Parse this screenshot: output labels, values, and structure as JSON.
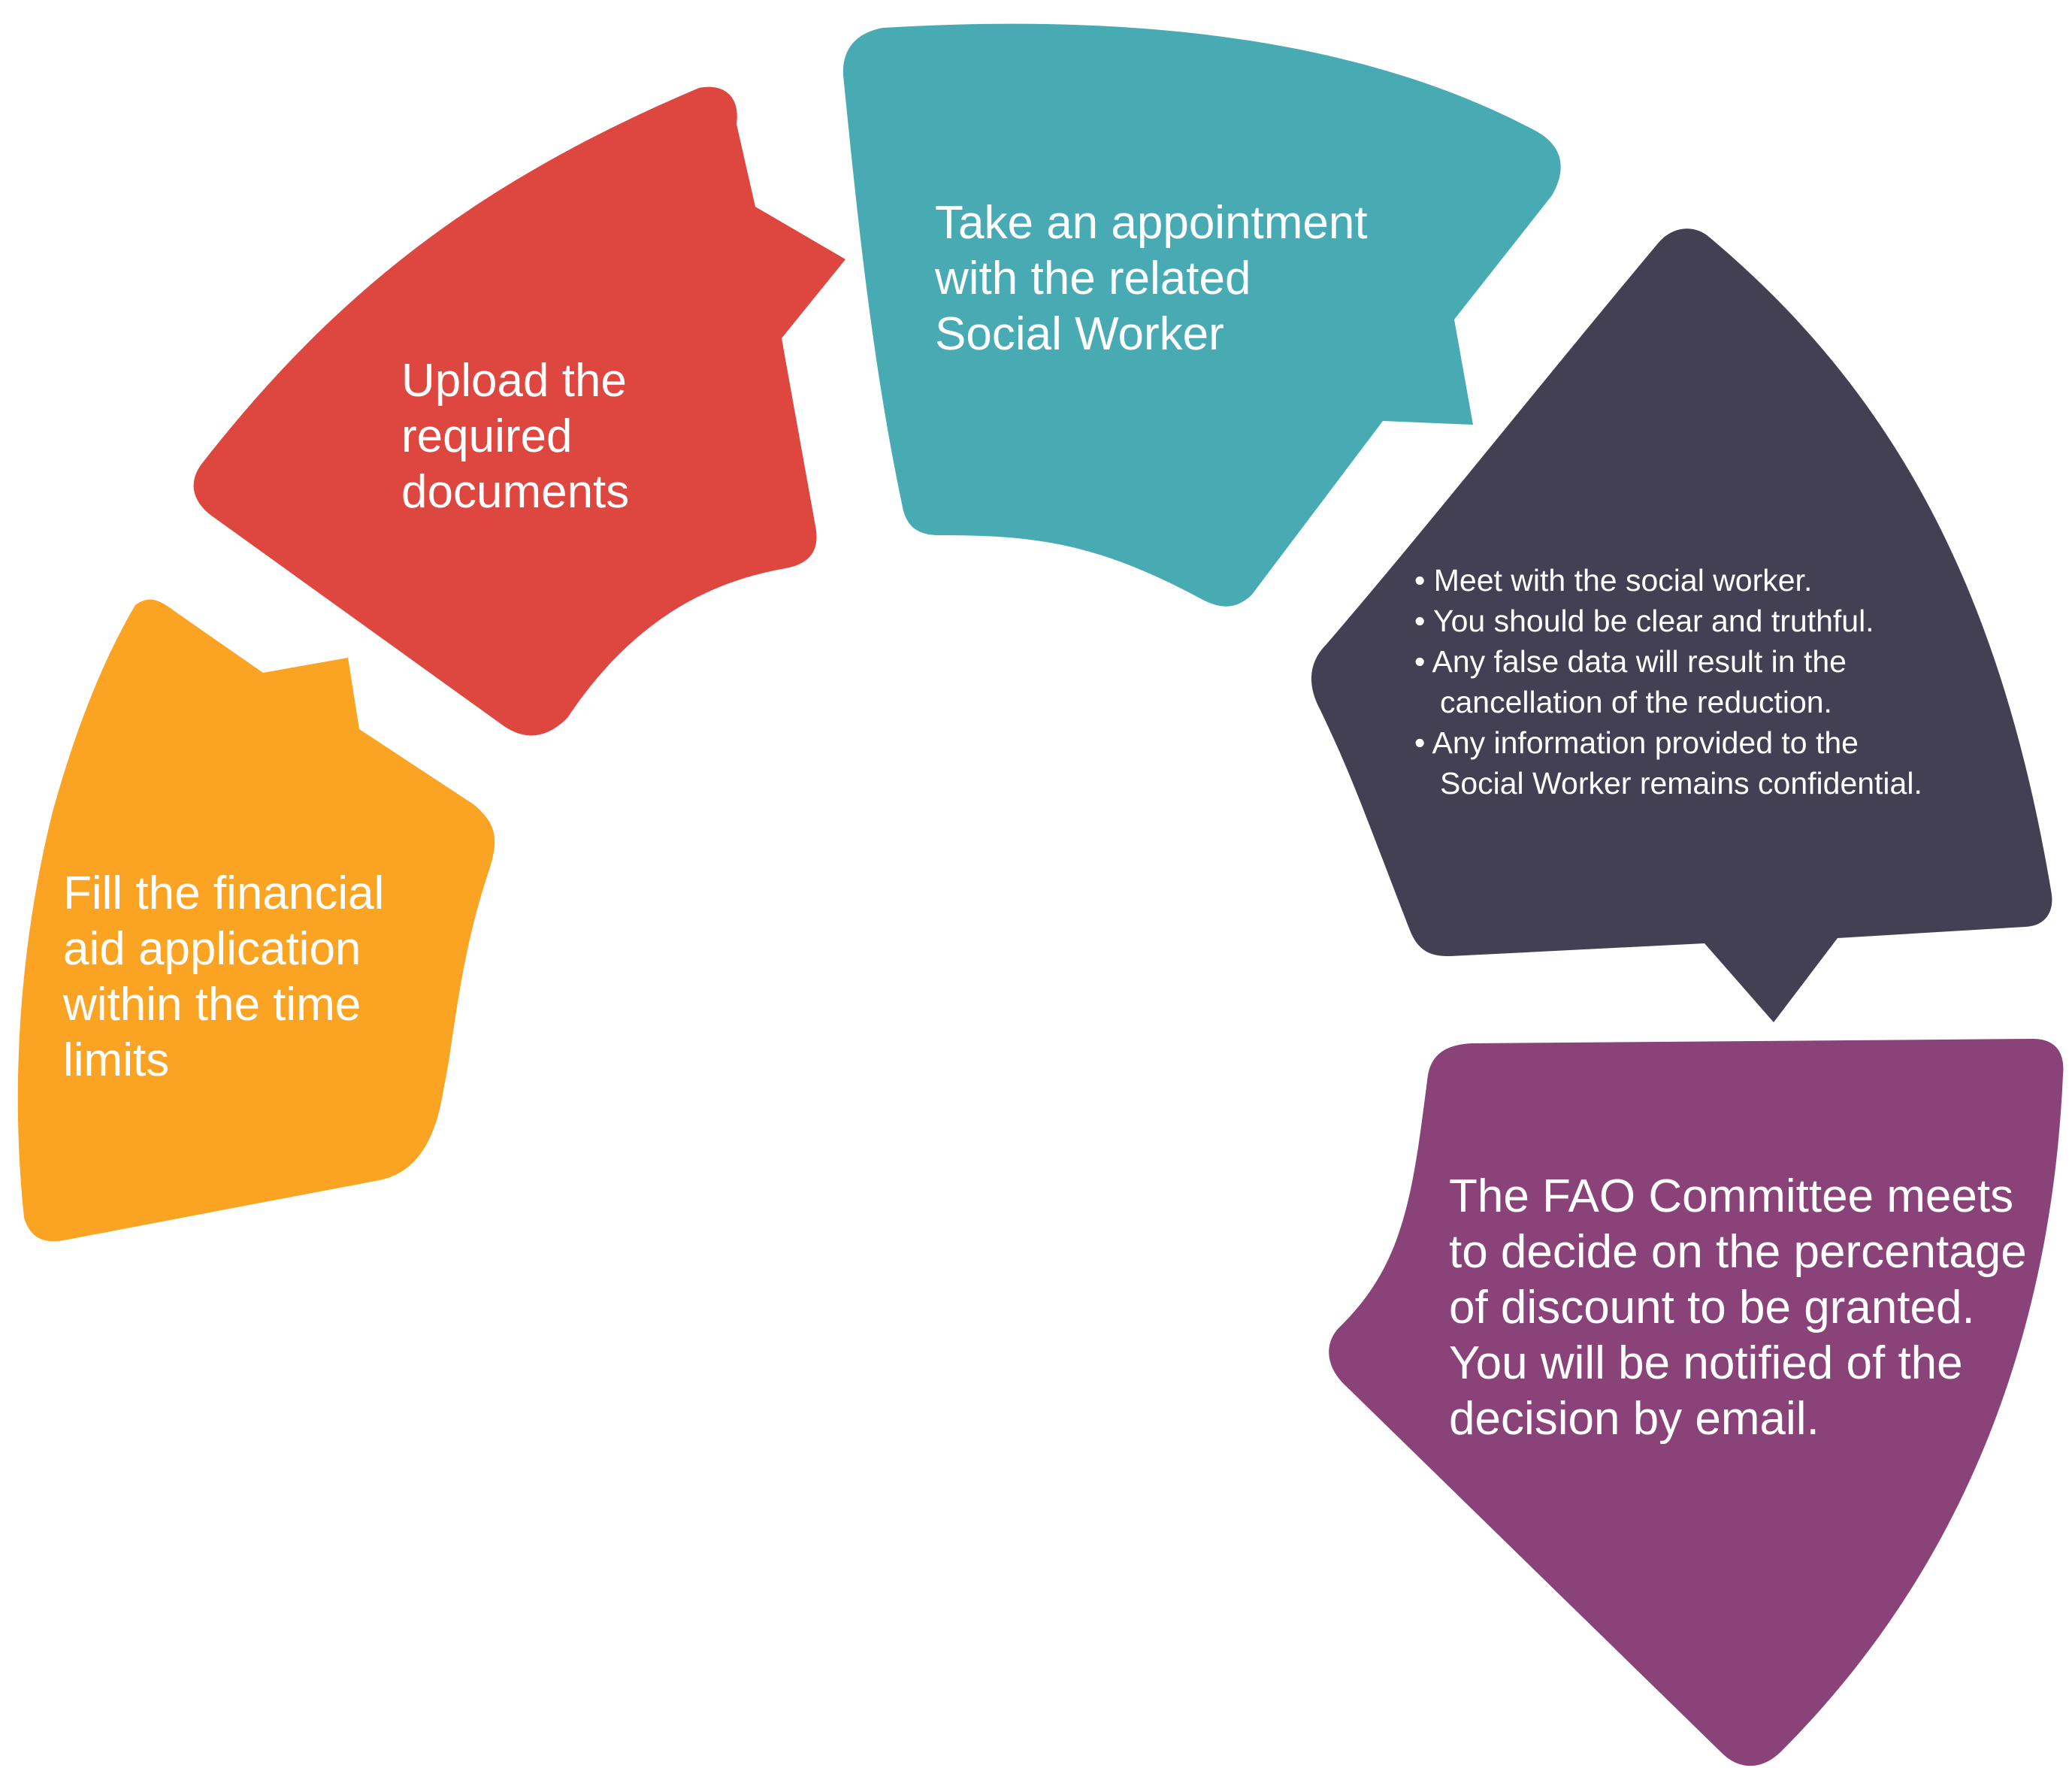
{
  "diagram": {
    "steps": [
      {
        "id": "fill-application",
        "color": "#FBA424",
        "lines": [
          "Fill the financial",
          "aid application",
          "within the time",
          "limits"
        ]
      },
      {
        "id": "upload-documents",
        "color": "#DE4640",
        "lines": [
          "Upload the",
          "required",
          "documents"
        ]
      },
      {
        "id": "take-appointment",
        "color": "#48ABB3",
        "lines": [
          "Take an appointment",
          "with the related",
          "Social Worker"
        ]
      },
      {
        "id": "meet-social-worker",
        "color": "#434054",
        "bullets": [
          {
            "first": "• Meet with the social worker."
          },
          {
            "first": "• You should be clear and truthful."
          },
          {
            "first": "• Any false data will result in the",
            "rest": "cancellation of the reduction."
          },
          {
            "first": "• Any information provided to the",
            "rest": "Social Worker remains confidential."
          }
        ]
      },
      {
        "id": "committee-decision",
        "color": "#8A4379",
        "lines": [
          "The FAO Committee meets",
          "to decide on the percentage",
          "of discount to be granted.",
          "You will be notified of the",
          "decision by email."
        ]
      }
    ]
  }
}
